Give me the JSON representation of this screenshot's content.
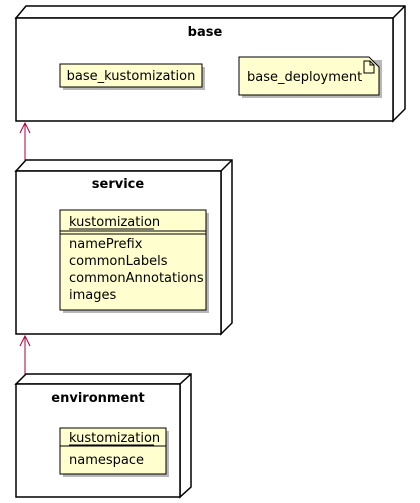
{
  "diagram": {
    "colors": {
      "note_fill": "#fefece",
      "edge": "#a80036",
      "stroke": "#000000"
    },
    "nodes": {
      "base": {
        "title": "base",
        "component": "base_kustomization",
        "artifact": "base_deployment",
        "artifact_icon": "document-icon"
      },
      "service": {
        "title": "service",
        "class_name": "kustomization",
        "fields": [
          "namePrefix",
          "commonLabels",
          "commonAnnotations",
          "images"
        ]
      },
      "environment": {
        "title": "environment",
        "class_name": "kustomization",
        "fields": [
          "namespace"
        ]
      }
    }
  }
}
